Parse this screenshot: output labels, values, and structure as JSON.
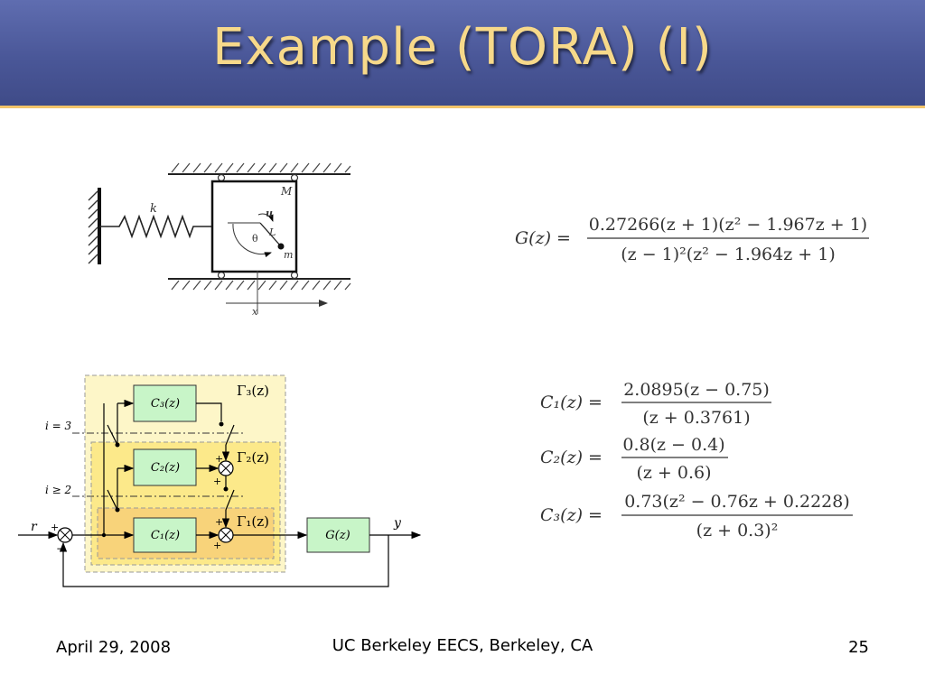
{
  "slide": {
    "title": "Example (TORA) (I)",
    "footer_date": "April 29, 2008",
    "footer_center": "UC Berkeley EECS, Berkeley, CA",
    "page_number": "25"
  },
  "colors": {
    "header_top": "#5f6db0",
    "header_bottom": "#3f4b88",
    "header_rule": "#f2c46a",
    "title": "#f7d98a",
    "gamma3_fill": "#fdf6c8",
    "gamma2_fill": "#fce98a",
    "gamma1_fill": "#f8d37a",
    "controller_fill": "#c8f5c8"
  },
  "tora_figure": {
    "spring_label": "k",
    "cart_label": "M",
    "input_label": "u",
    "arm_label": "L",
    "angle_label": "θ",
    "ball_label": "m",
    "position_label": "x"
  },
  "equations": {
    "plant": {
      "lhs": "G(z) =",
      "num": "0.27266(z + 1)(z² − 1.967z + 1)",
      "den": "(z − 1)²(z² − 1.964z + 1)"
    },
    "controllers": [
      {
        "lhs": "C₁(z) =",
        "num": "2.0895(z − 0.75)",
        "den": "(z + 0.3761)"
      },
      {
        "lhs": "C₂(z) =",
        "num": "0.8(z − 0.4)",
        "den": "(z + 0.6)"
      },
      {
        "lhs": "C₃(z) =",
        "num": "0.73(z² − 0.76z + 0.2228)",
        "den": "(z + 0.3)²"
      }
    ]
  },
  "block_diagram": {
    "c1": "C₁(z)",
    "c2": "C₂(z)",
    "c3": "C₃(z)",
    "plant": "G(z)",
    "gamma1": "Γ₁(z)",
    "gamma2": "Γ₂(z)",
    "gamma3": "Γ₃(z)",
    "switch_i3": "i = 3",
    "switch_i2": "i ≥ 2",
    "input": "r",
    "output": "y",
    "sign_plus": "+",
    "sign_minus": "−"
  }
}
